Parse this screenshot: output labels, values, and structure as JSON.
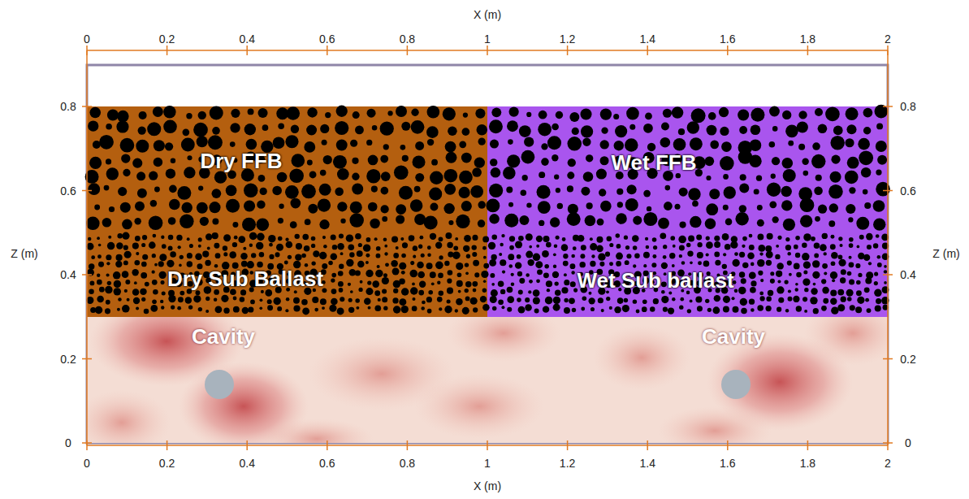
{
  "diagram": {
    "nodes": [
      {
        "text": [
          "Dry FFB"
        ]
      },
      {
        "text": [
          "Dry Sub Ballast"
        ]
      },
      {
        "text": [
          "Wet FFB"
        ]
      },
      {
        "text": [
          "Wet Sub ballast"
        ]
      }
    ],
    "labels": [
      "0",
      "0.2",
      "0.4",
      "0.6",
      "0.8",
      "1",
      "1.2",
      "1.4",
      "1.6",
      "1.8",
      "2",
      "0",
      "0.2",
      "0.4",
      "0.6",
      "0.8",
      "1",
      "1.2",
      "1.4",
      "1.6",
      "1.8",
      "2",
      "0",
      "0.2",
      "0.4",
      "0.6",
      "0.8",
      "0",
      "0.2",
      "0.4",
      "0.6",
      "0.8",
      "X (m)",
      "X (m)",
      "Z (m)",
      "Z (m)",
      "Cavity",
      "Cavity"
    ]
  }
}
